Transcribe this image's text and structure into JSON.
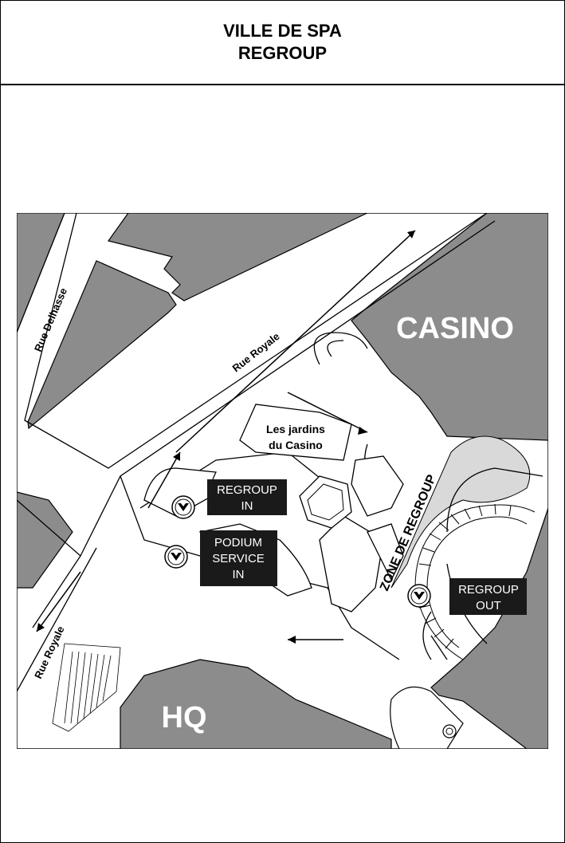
{
  "header": {
    "title_line1": "VILLE DE SPA",
    "title_line2": "REGROUP"
  },
  "colors": {
    "building": "#8c8c8c",
    "zone_fill": "#d9d9d9",
    "ground": "#ffffff",
    "line": "#000000",
    "label_bg": "#1a1a1a",
    "label_text": "#ffffff"
  },
  "map": {
    "streets": {
      "rue_delhasse": "Rue Delhasse",
      "rue_royale_top": "Rue Royale",
      "rue_royale_bottom": "Rue Royale"
    },
    "buildings": {
      "casino": "CASINO",
      "hq": "HQ"
    },
    "garden": {
      "line1": "Les jardins",
      "line2": "du Casino"
    },
    "zone": "ZONE DE REGROUP",
    "markers": {
      "regroup_in": {
        "line1": "REGROUP",
        "line2": "IN"
      },
      "podium_in": {
        "line1": "PODIUM",
        "line2": "SERVICE",
        "line3": "IN"
      },
      "regroup_out": {
        "line1": "REGROUP",
        "line2": "OUT"
      }
    },
    "marker_icon": "checkpoint-icon"
  }
}
